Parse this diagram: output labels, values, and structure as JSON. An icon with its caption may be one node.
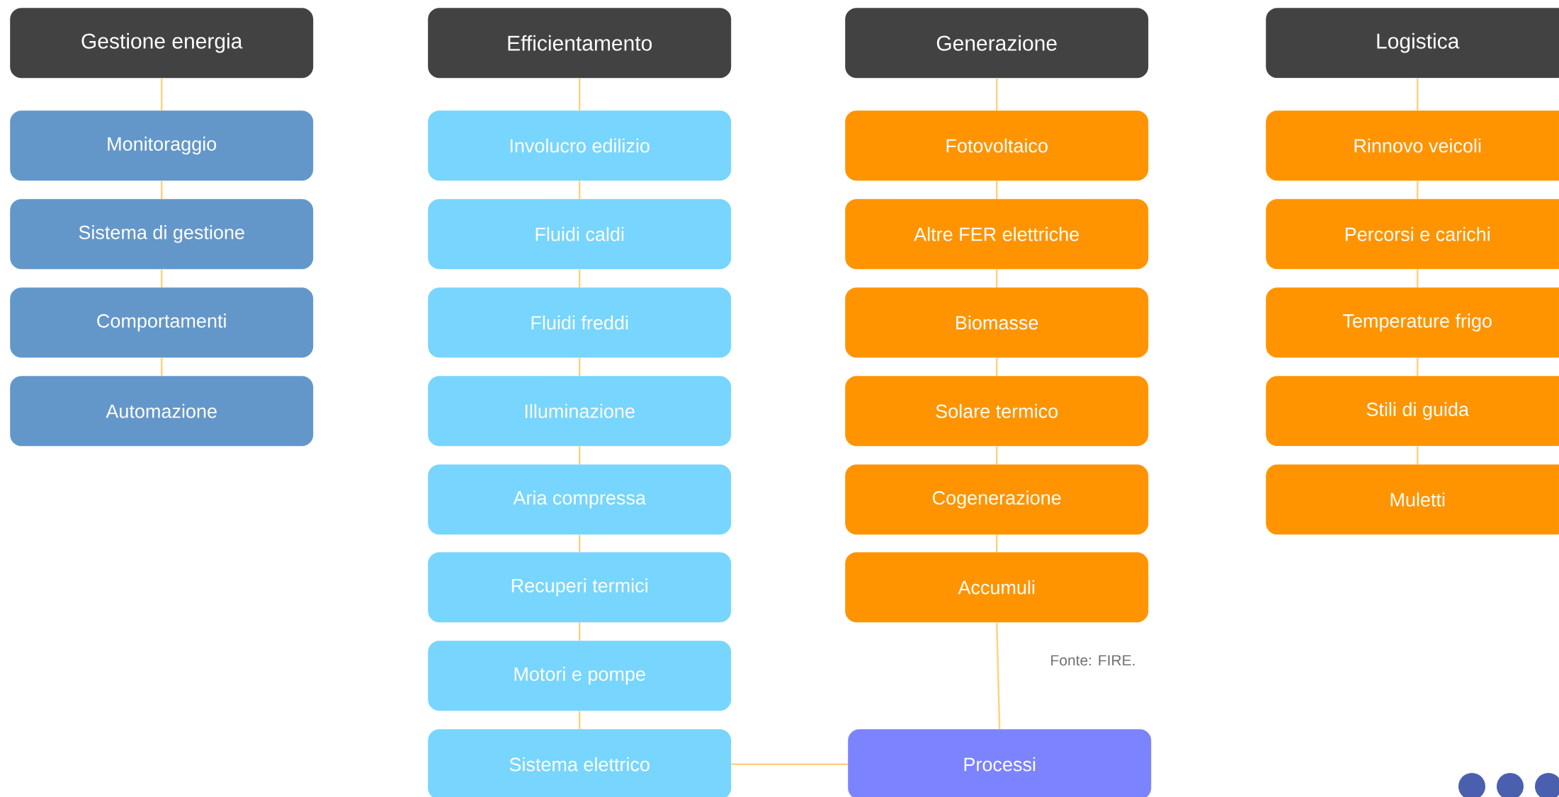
{
  "diagram": {
    "caption": "Fonte: FIRE.",
    "nodes": [
      {
        "text": [
          "Gestione energia"
        ]
      },
      {
        "text": [
          "Monitoraggio"
        ]
      },
      {
        "text": [
          "Sistema di gestione"
        ]
      },
      {
        "text": [
          "Comportamenti"
        ]
      },
      {
        "text": [
          "Automazione"
        ]
      },
      {
        "text": [
          "Efficientamento"
        ]
      },
      {
        "text": [
          "Involucro edilizio"
        ]
      },
      {
        "text": [
          "Fluidi caldi"
        ]
      },
      {
        "text": [
          "Fluidi freddi"
        ]
      },
      {
        "text": [
          "Illuminazione"
        ]
      },
      {
        "text": [
          "Aria compressa"
        ]
      },
      {
        "text": [
          "Recuperi termici"
        ]
      },
      {
        "text": [
          "Motori e pompe"
        ]
      },
      {
        "text": [
          "Sistema elettrico"
        ]
      },
      {
        "text": [
          "Generazione"
        ]
      },
      {
        "text": [
          "Fotovoltaico"
        ]
      },
      {
        "text": [
          "Altre FER elettriche"
        ]
      },
      {
        "text": [
          "Biomasse"
        ]
      },
      {
        "text": [
          "Solare termico"
        ]
      },
      {
        "text": [
          "Cogenerazione"
        ]
      },
      {
        "text": [
          "Accumuli"
        ]
      },
      {
        "text": [
          "Logistica"
        ]
      },
      {
        "text": [
          "Rinnovo veicoli"
        ]
      },
      {
        "text": [
          "Percorsi e carichi"
        ]
      },
      {
        "text": [
          "Temperature frigo"
        ]
      },
      {
        "text": [
          "Stili di guida"
        ]
      },
      {
        "text": [
          "Muletti"
        ]
      },
      {
        "text": [
          "Processi"
        ]
      }
    ],
    "edges": [
      {
        "from": 0,
        "to": 1,
        "arrow": "none"
      },
      {
        "from": 1,
        "to": 2,
        "arrow": "none"
      },
      {
        "from": 2,
        "to": 3,
        "arrow": "none"
      },
      {
        "from": 3,
        "to": 4,
        "arrow": "none"
      },
      {
        "from": 5,
        "to": 6,
        "arrow": "none"
      },
      {
        "from": 6,
        "to": 7,
        "arrow": "none"
      },
      {
        "from": 7,
        "to": 8,
        "arrow": "none"
      },
      {
        "from": 8,
        "to": 9,
        "arrow": "none"
      },
      {
        "from": 9,
        "to": 10,
        "arrow": "none"
      },
      {
        "from": 10,
        "to": 11,
        "arrow": "none"
      },
      {
        "from": 11,
        "to": 12,
        "arrow": "none"
      },
      {
        "from": 12,
        "to": 13,
        "arrow": "none"
      },
      {
        "from": 14,
        "to": 15,
        "arrow": "none"
      },
      {
        "from": 15,
        "to": 16,
        "arrow": "none"
      },
      {
        "from": 16,
        "to": 17,
        "arrow": "none"
      },
      {
        "from": 17,
        "to": 18,
        "arrow": "none"
      },
      {
        "from": 18,
        "to": 19,
        "arrow": "none"
      },
      {
        "from": 19,
        "to": 20,
        "arrow": "none"
      },
      {
        "from": 21,
        "to": 22,
        "arrow": "none"
      },
      {
        "from": 22,
        "to": 23,
        "arrow": "none"
      },
      {
        "from": 23,
        "to": 24,
        "arrow": "none"
      },
      {
        "from": 24,
        "to": 25,
        "arrow": "none"
      },
      {
        "from": 25,
        "to": 26,
        "arrow": "none"
      },
      {
        "from": 20,
        "to": 27,
        "arrow": "none"
      },
      {
        "from": 13,
        "to": 27,
        "arrow": "none"
      }
    ]
  }
}
